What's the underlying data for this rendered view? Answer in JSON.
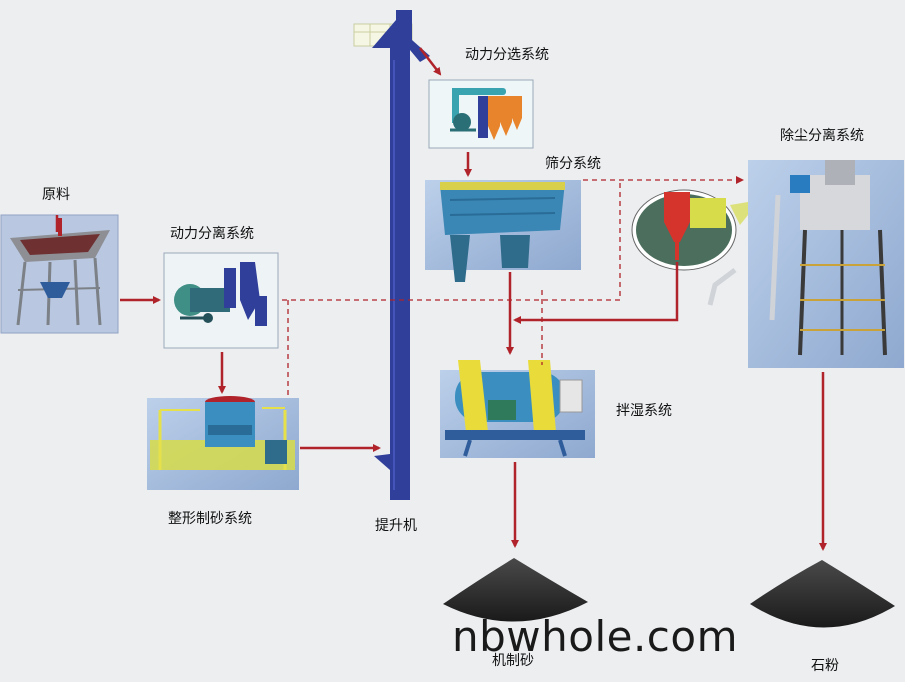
{
  "labels": {
    "raw_material": "原料",
    "power_separation": "动力分离系统",
    "power_selection": "动力分选系统",
    "screening": "筛分系统",
    "dust_removal": "除尘分离系统",
    "mixing_wetting": "拌湿系统",
    "shaping_sand_making": "整形制砂系统",
    "elevator": "提升机",
    "machine_sand": "机制砂",
    "stone_powder": "石粉"
  },
  "watermark": "nbwhole.com",
  "colors": {
    "background": "#eceef0",
    "flow_arrow": "#b0232a",
    "elevator": "#2f3f9a",
    "panel_blue": "#9fb6d8",
    "pile": "#2b2b2b"
  }
}
